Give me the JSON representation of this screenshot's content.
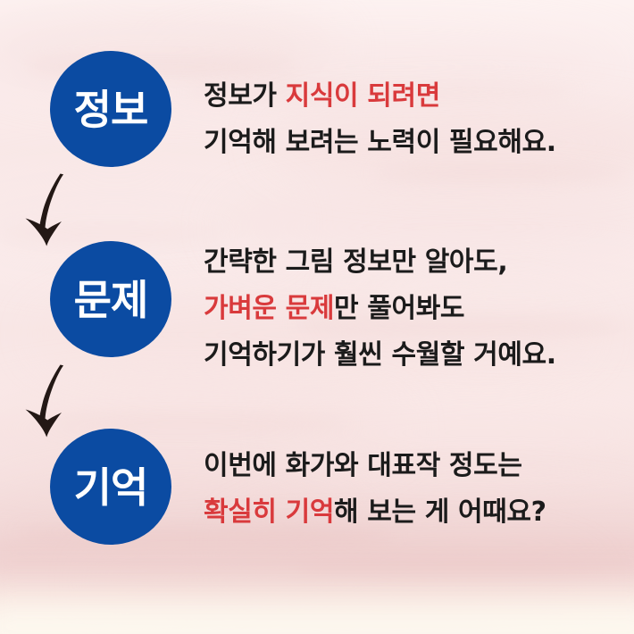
{
  "theme": {
    "background_color": "#fbeeee",
    "badge_color": "#0b4ba2",
    "badge_text_color": "#ffffff",
    "body_text_color": "#1b1b1b",
    "highlight_color": "#d93a3c"
  },
  "steps": [
    {
      "badge_label": "정보",
      "lines": [
        {
          "segments": [
            {
              "text": "정보가 ",
              "highlight": false
            },
            {
              "text": "지식이 되려면",
              "highlight": true
            }
          ]
        },
        {
          "segments": [
            {
              "text": "기억해 보려는 노력이 필요해요.",
              "highlight": false
            }
          ]
        }
      ]
    },
    {
      "badge_label": "문제",
      "lines": [
        {
          "segments": [
            {
              "text": "간략한 그림 정보만 알아도,",
              "highlight": false
            }
          ]
        },
        {
          "segments": [
            {
              "text": "가벼운 문제",
              "highlight": true
            },
            {
              "text": "만 풀어봐도",
              "highlight": false
            }
          ]
        },
        {
          "segments": [
            {
              "text": "기억하기가 훨씬 수월할 거예요.",
              "highlight": false
            }
          ]
        }
      ]
    },
    {
      "badge_label": "기억",
      "lines": [
        {
          "segments": [
            {
              "text": "이번에 화가와 대표작 정도는",
              "highlight": false
            }
          ]
        },
        {
          "segments": [
            {
              "text": "확실히 기억",
              "highlight": true
            },
            {
              "text": "해 보는 게 어때요?",
              "highlight": false
            }
          ]
        }
      ]
    }
  ],
  "connectors": [
    {
      "name": "arrow-step1-to-step2"
    },
    {
      "name": "arrow-step2-to-step3"
    }
  ]
}
